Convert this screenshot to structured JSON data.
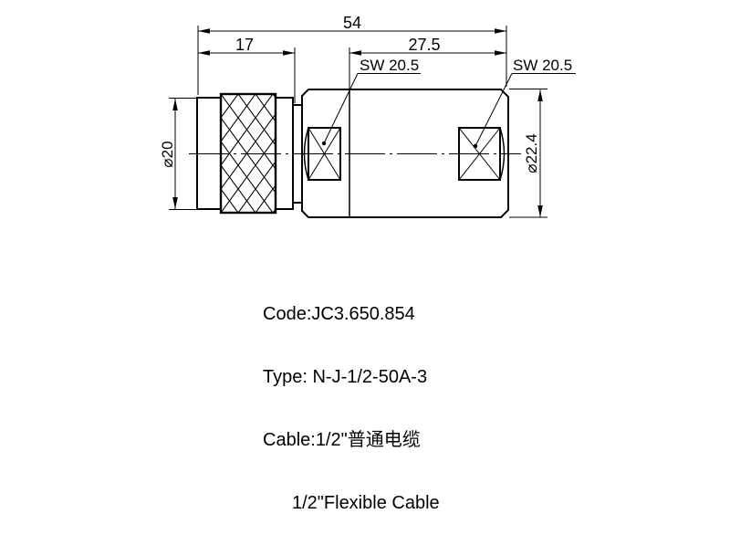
{
  "drawing": {
    "dimensions": {
      "total_length": "54",
      "coupling_length": "17",
      "body_length": "27.5",
      "wrench_size_front": "SW 20.5",
      "wrench_size_rear": "SW 20.5",
      "coupling_diameter": "⌀20",
      "body_diameter": "⌀22.4"
    },
    "notes": {
      "code": "Code:JC3.650.854",
      "type": "Type: N-J-1/2-50A-3",
      "cable_zh": "Cable:1/2\"普通电缆",
      "cable_en": "1/2\"Flexible Cable"
    },
    "colors": {
      "line": "#000000",
      "background": "#ffffff"
    }
  }
}
